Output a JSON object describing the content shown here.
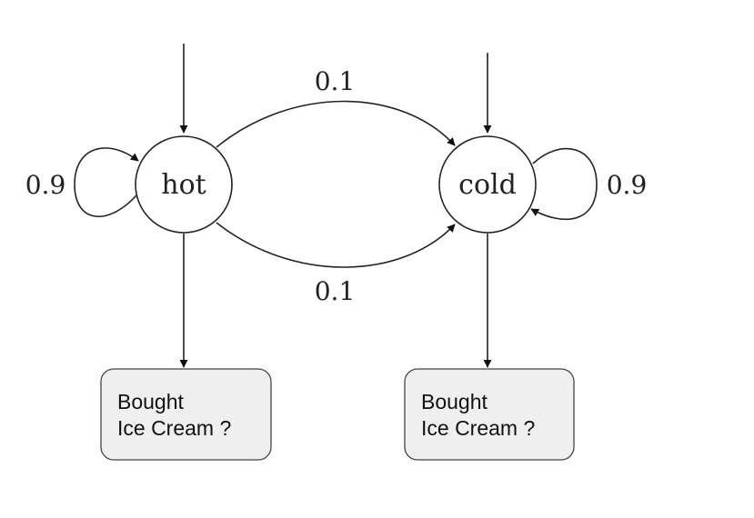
{
  "states": {
    "hot": {
      "label": "hot"
    },
    "cold": {
      "label": "cold"
    }
  },
  "transitions": {
    "hot_to_cold_top": "0.1",
    "hot_to_cold_bottom": "0.1",
    "hot_self": "0.9",
    "cold_self": "0.9"
  },
  "observations": {
    "hot": {
      "line1": "Bought",
      "line2": "Ice Cream ?"
    },
    "cold": {
      "line1": "Bought",
      "line2": "Ice Cream ?"
    }
  }
}
